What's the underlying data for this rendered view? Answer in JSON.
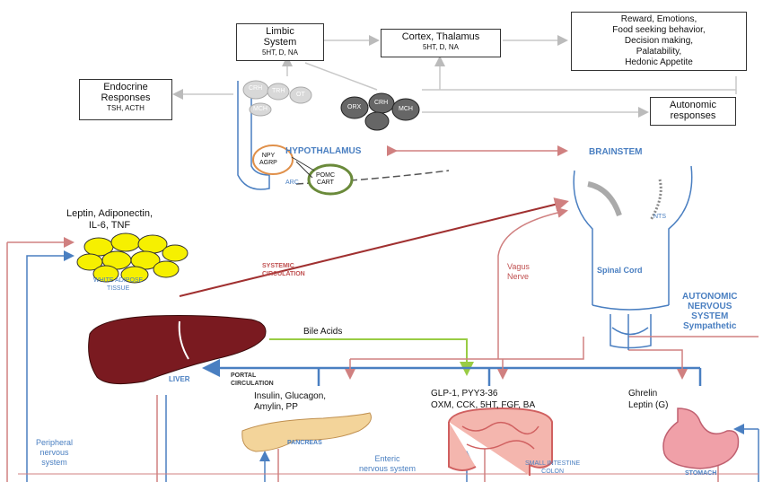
{
  "top_boxes": {
    "limbic": {
      "title": "Limbic\nSystem",
      "sub": "5HT, D, NA"
    },
    "cortex": {
      "title": "Cortex, Thalamus",
      "sub": "5HT, D, NA"
    },
    "reward": {
      "lines": [
        "Reward, Emotions,",
        "Food seeking behavior,",
        "Decision making,",
        "Palatability,",
        "Hedonic Appetite"
      ]
    },
    "endocrine": {
      "title": "Endocrine\nResponses",
      "sub": "TSH, ACTH"
    },
    "autonomic_resp": {
      "title": "Autonomic\nresponses"
    }
  },
  "hypothalamus": {
    "label": "HYPOTHALAMUS",
    "nuclei_left": [
      "CRH",
      "TRH",
      "OT",
      "MCH"
    ],
    "nuclei_right": [
      "ORX",
      "CRH",
      "MCH"
    ],
    "npy": "NPY\nAGRP",
    "pomc": "POMC\nCART",
    "arc": "ARC"
  },
  "brainstem": {
    "label": "BRAINSTEM",
    "ncts": "NTS"
  },
  "adipose": {
    "text": "Leptin, Adiponectin,\nIL-6, TNF",
    "label": "WHITE ADIPOSE\nTISSUE"
  },
  "systemic": "SYSTEMIC\nCIRCULATION",
  "vagus": "Vagus\nNerve",
  "spinal": "Spinal Cord",
  "ans": "AUTONOMIC\nNERVOUS\nSYSTEM\nSympathetic",
  "bile": "Bile Acids",
  "liver": "LIVER",
  "portal": "PORTAL\nCIRCULATION",
  "pancreas": {
    "hormones": "Insulin, Glucagon,\nAmylin, PP",
    "label": "PANCREAS"
  },
  "intestine": {
    "hormones": "GLP-1, PYY3-36\nOXM, CCK, 5HT, FGF, BA",
    "label": "SMALL INTESTINE\nCOLON"
  },
  "stomach": {
    "hormones": "Ghrelin\nLeptin (G)",
    "label": "STOMACH"
  },
  "peripheral": "Peripheral\nnervous\nsystem",
  "enteric": "Enteric\nnervous system"
}
